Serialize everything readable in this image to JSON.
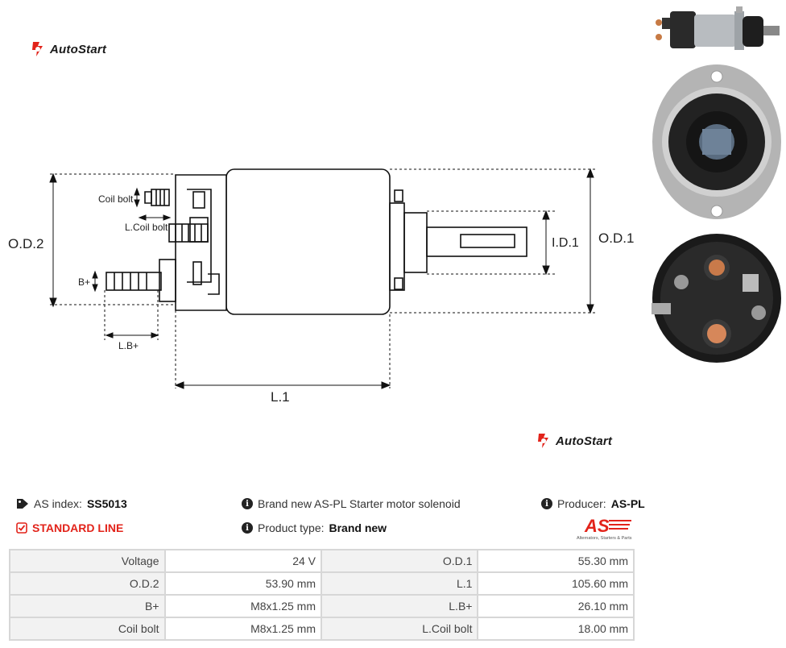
{
  "brand": {
    "logo_text": "AutoStart",
    "colors": {
      "accent": "#e2231a",
      "text": "#1a1a1a"
    }
  },
  "diagram": {
    "labels": {
      "coil_bolt": "Coil bolt",
      "l_coil_bolt": "L.Coil bolt",
      "b_plus": "B+",
      "lb_plus": "L.B+",
      "od2": "O.D.2",
      "od1": "O.D.1",
      "id1": "I.D.1",
      "l1": "L.1"
    }
  },
  "product": {
    "as_index_label": "AS index:",
    "as_index_value": "SS5013",
    "description": "Brand new AS-PL Starter motor solenoid",
    "producer_label": "Producer:",
    "producer_value": "AS-PL",
    "line_label": "STANDARD LINE",
    "type_label": "Product type:",
    "type_value": "Brand new",
    "producer_logo_text": "AS",
    "producer_tagline": "Alternators, Starters & Parts"
  },
  "specs": [
    {
      "label": "Voltage",
      "value": "24 V",
      "label2": "O.D.1",
      "value2": "55.30 mm"
    },
    {
      "label": "O.D.2",
      "value": "53.90 mm",
      "label2": "L.1",
      "value2": "105.60 mm"
    },
    {
      "label": "B+",
      "value": "M8x1.25 mm",
      "label2": "L.B+",
      "value2": "26.10 mm"
    },
    {
      "label": "Coil bolt",
      "value": "M8x1.25 mm",
      "label2": "L.Coil bolt",
      "value2": "18.00 mm"
    }
  ],
  "icons": {
    "tag": "tag-icon",
    "info": "info-icon",
    "check": "check-square-icon",
    "logo": "autostart-logo-icon"
  }
}
